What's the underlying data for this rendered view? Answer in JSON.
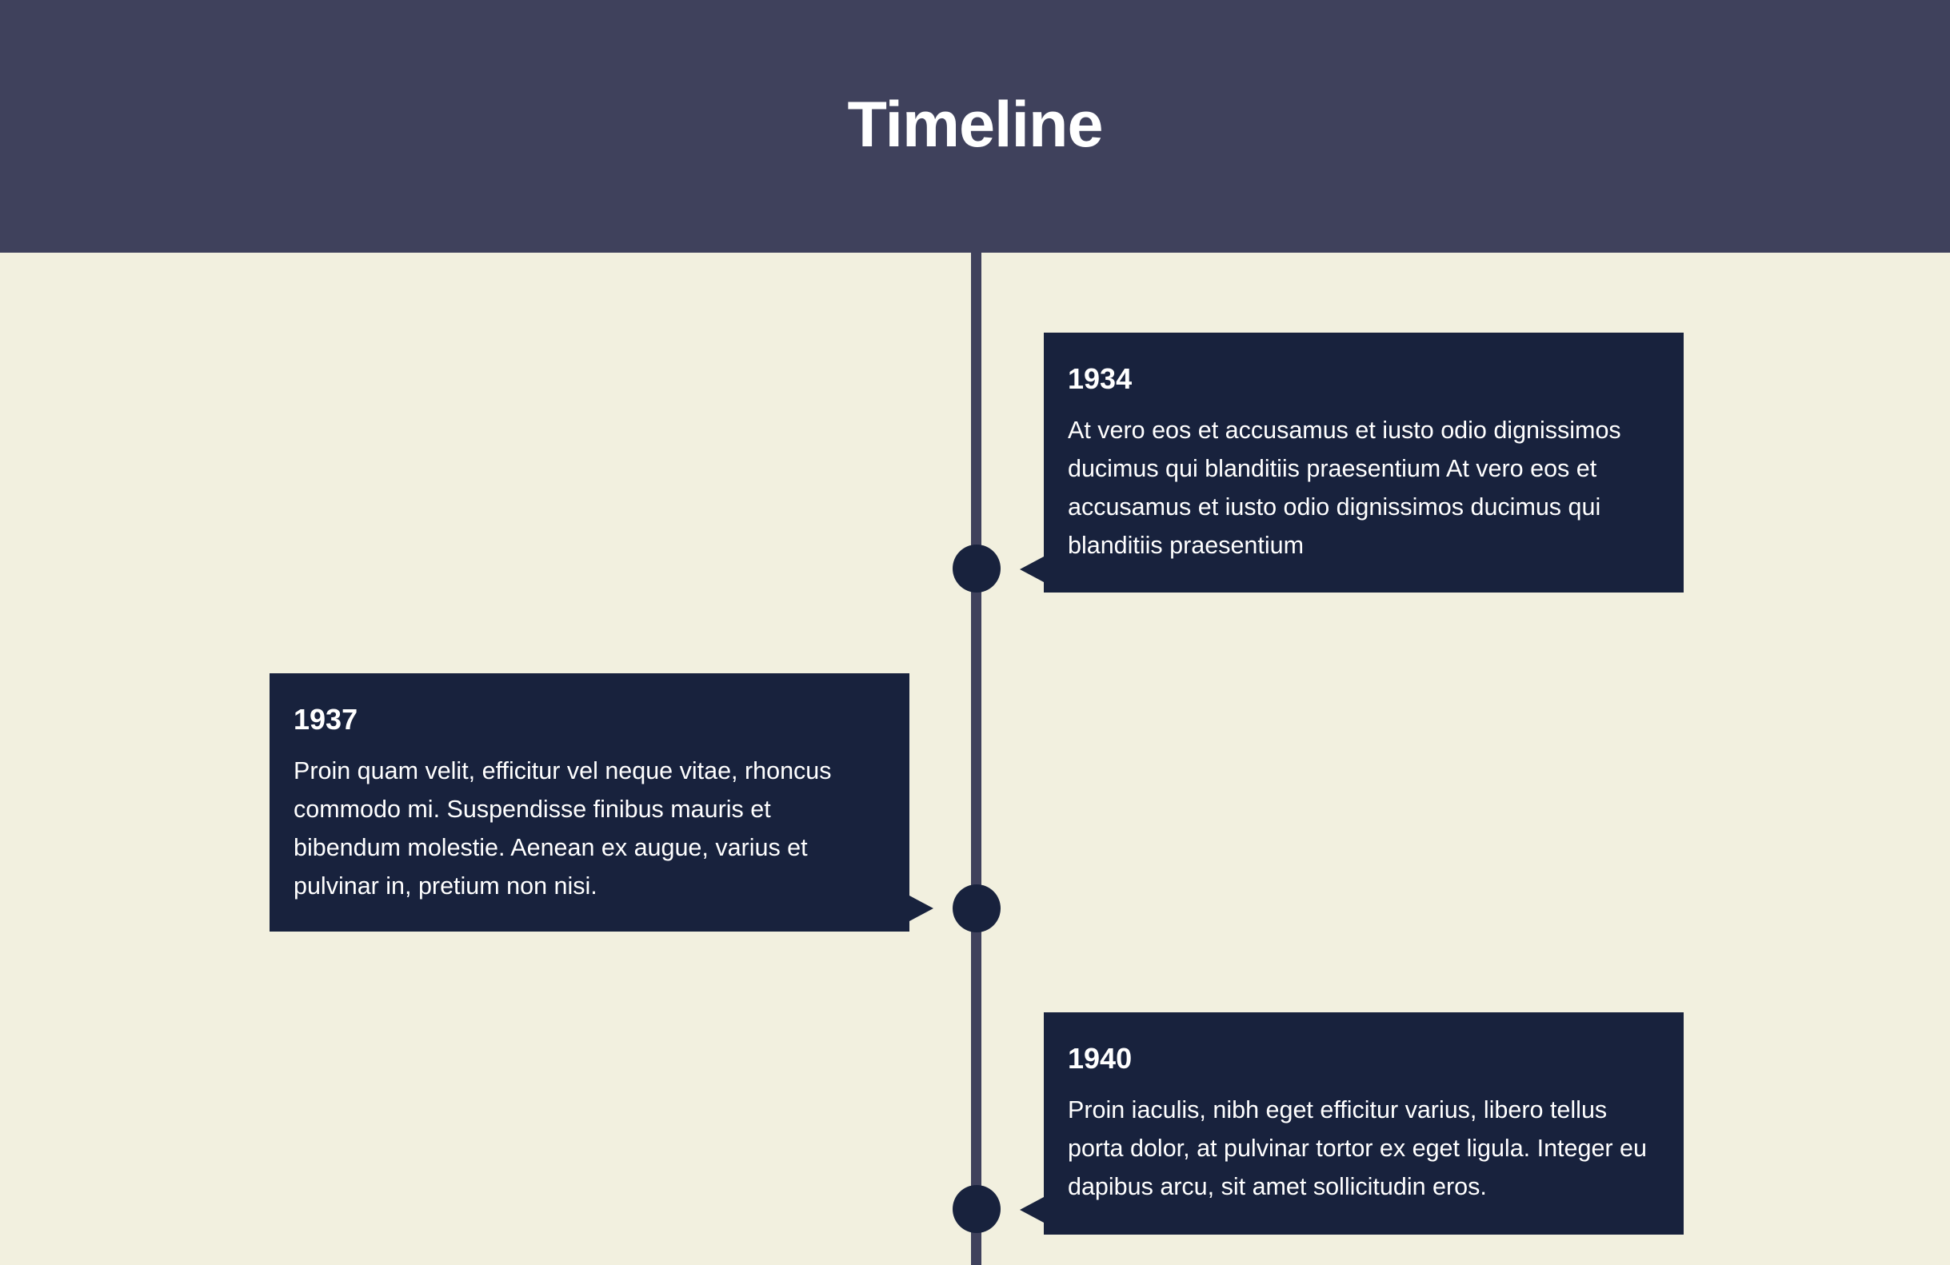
{
  "page": {
    "title": "Timeline"
  },
  "colors": {
    "header_bg": "#3f415c",
    "page_bg": "#f2f0df",
    "card_bg": "#18223d",
    "line": "#3f415c",
    "text": "#ffffff"
  },
  "events": [
    {
      "year": "1934",
      "text": "At vero eos et accusamus et iusto odio dignissimos ducimus qui blanditiis praesentium At vero eos et accusamus et iusto odio dignissimos ducimus qui blanditiis praesentium",
      "side": "right"
    },
    {
      "year": "1937",
      "text": "Proin quam velit, efficitur vel neque vitae, rhoncus commodo mi. Suspendisse finibus mauris et bibendum molestie. Aenean ex augue, varius et pulvinar in, pretium non nisi.",
      "side": "left"
    },
    {
      "year": "1940",
      "text": "Proin iaculis, nibh eget efficitur varius, libero tellus porta dolor, at pulvinar tortor ex eget ligula. Integer eu dapibus arcu, sit amet sollicitudin eros.",
      "side": "right"
    }
  ]
}
